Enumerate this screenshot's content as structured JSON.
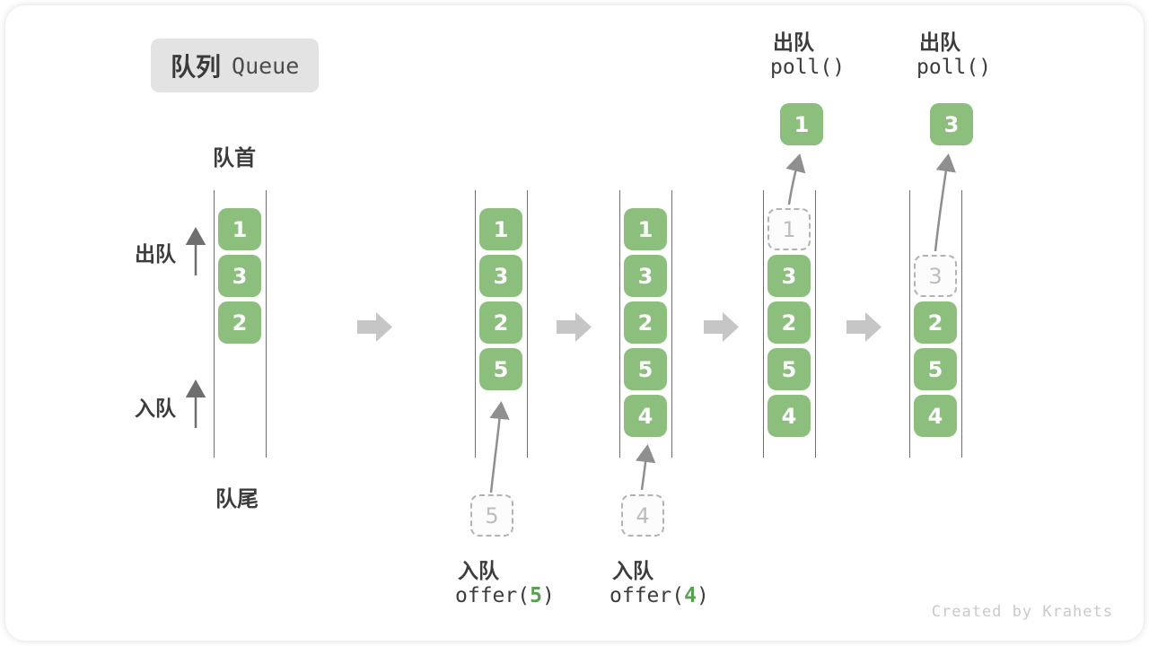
{
  "title": {
    "zh": "队列",
    "en": "Queue"
  },
  "side_labels": {
    "front": "队首",
    "rear": "队尾",
    "dequeue": "出队",
    "enqueue": "入队"
  },
  "operations": {
    "offer5": {
      "label": "入队",
      "code_pre": "offer(",
      "arg": "5",
      "code_post": ")"
    },
    "offer4": {
      "label": "入队",
      "code_pre": "offer(",
      "arg": "4",
      "code_post": ")"
    },
    "poll_first": {
      "label": "出队",
      "code": "poll()"
    },
    "poll_second": {
      "label": "出队",
      "code": "poll()"
    }
  },
  "states": [
    {
      "cells": [
        {
          "v": "1",
          "type": "solid"
        },
        {
          "v": "3",
          "type": "solid"
        },
        {
          "v": "2",
          "type": "solid"
        }
      ]
    },
    {
      "cells": [
        {
          "v": "1",
          "type": "solid"
        },
        {
          "v": "3",
          "type": "solid"
        },
        {
          "v": "2",
          "type": "solid"
        },
        {
          "v": "5",
          "type": "solid"
        }
      ],
      "pending": {
        "v": "5"
      }
    },
    {
      "cells": [
        {
          "v": "1",
          "type": "solid"
        },
        {
          "v": "3",
          "type": "solid"
        },
        {
          "v": "2",
          "type": "solid"
        },
        {
          "v": "5",
          "type": "solid"
        },
        {
          "v": "4",
          "type": "solid"
        }
      ],
      "pending": {
        "v": "4"
      }
    },
    {
      "cells": [
        {
          "v": "1",
          "type": "dashed"
        },
        {
          "v": "3",
          "type": "solid"
        },
        {
          "v": "2",
          "type": "solid"
        },
        {
          "v": "5",
          "type": "solid"
        },
        {
          "v": "4",
          "type": "solid"
        }
      ],
      "popped": {
        "v": "1"
      }
    },
    {
      "cells": [
        {
          "type": "empty"
        },
        {
          "v": "3",
          "type": "dashed"
        },
        {
          "v": "2",
          "type": "solid"
        },
        {
          "v": "5",
          "type": "solid"
        },
        {
          "v": "4",
          "type": "solid"
        }
      ],
      "popped": {
        "v": "3"
      }
    }
  ],
  "watermark": "Created by Krahets",
  "colors": {
    "box_green": "#8cbe7d",
    "code_green": "#59a052",
    "block_arrow_gray": "#c6c6c6",
    "thin_arrow_gray": "#8f8f8f",
    "dark_text": "#3c3c3c"
  }
}
